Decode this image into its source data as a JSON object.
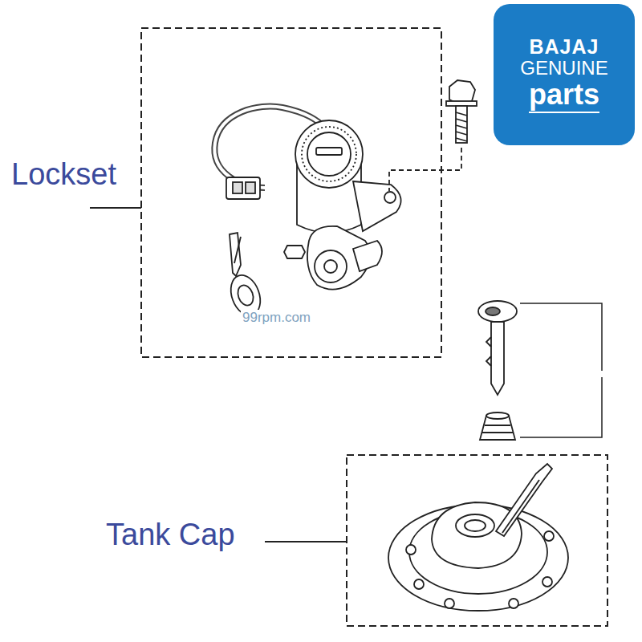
{
  "diagram": {
    "nodes": [
      {
        "text": [
          "BAJAJ",
          "GENUINE",
          "parts"
        ]
      }
    ],
    "labels": [
      "Lockset",
      "Tank Cap",
      "99rpm.com"
    ]
  }
}
